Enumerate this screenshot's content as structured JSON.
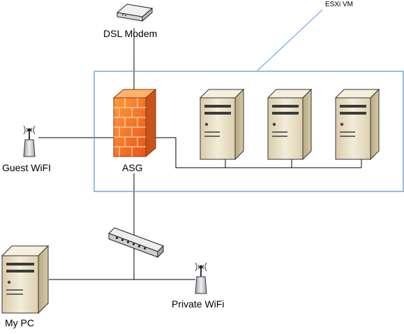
{
  "diagram": {
    "labels": {
      "dsl_modem": "DSL Modem",
      "esxi_vm": "ESXi VM",
      "guest_wifi": "Guest WiFI",
      "asg": "ASG",
      "private_wifi": "Private WiFi",
      "my_pc": "My PC"
    },
    "icons": {
      "modem": "modem-icon",
      "firewall": "firewall-icon",
      "server": "server-icon",
      "wifi": "wifi-antenna-icon",
      "switch": "network-switch-icon",
      "pc": "pc-tower-icon"
    },
    "colors": {
      "vm_border": "#5b9bd5",
      "firewall": "#f07a2a",
      "server_body": "#ece2c8",
      "line": "#000000"
    }
  }
}
